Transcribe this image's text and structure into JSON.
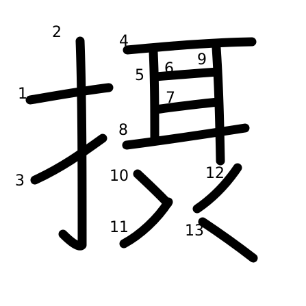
{
  "diagram": {
    "character": "摂",
    "stroke_color": "#000000",
    "background_color": "#ffffff",
    "strokes": [
      {
        "order": "1"
      },
      {
        "order": "2"
      },
      {
        "order": "3"
      },
      {
        "order": "4"
      },
      {
        "order": "5"
      },
      {
        "order": "6"
      },
      {
        "order": "7"
      },
      {
        "order": "8"
      },
      {
        "order": "9"
      },
      {
        "order": "10"
      },
      {
        "order": "11"
      },
      {
        "order": "12"
      },
      {
        "order": "13"
      }
    ]
  }
}
